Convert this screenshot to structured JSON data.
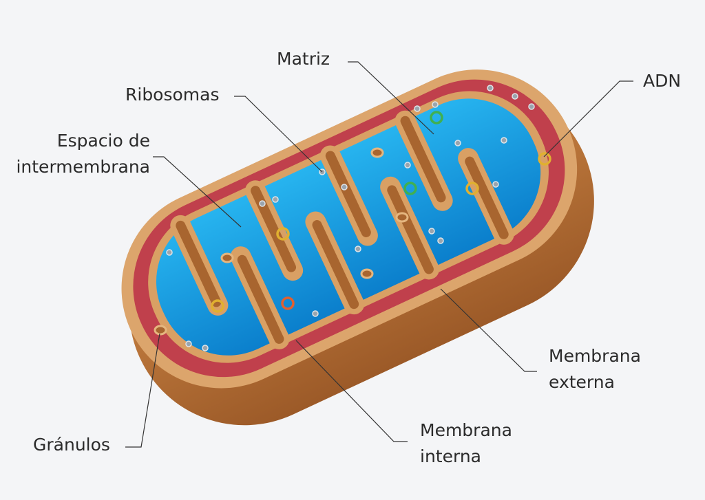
{
  "labels": {
    "matriz": "Matriz",
    "adn": "ADN",
    "ribosomas": "Ribosomas",
    "espacio_line1": "Espacio de",
    "espacio_line2": "intermembrana",
    "membrana_externa_line1": "Membrana",
    "membrana_externa_line2": "externa",
    "membrana_interna_line1": "Membrana",
    "membrana_interna_line2": "interna",
    "granulos": "Gránulos"
  },
  "colors": {
    "background": "#f4f5f7",
    "outer_membrane": "#b86f33",
    "inner_membrane": "#d9a064",
    "intermembrane_space": "#c0404c",
    "matrix": "#1a9ee0",
    "leader_line": "#333333"
  }
}
